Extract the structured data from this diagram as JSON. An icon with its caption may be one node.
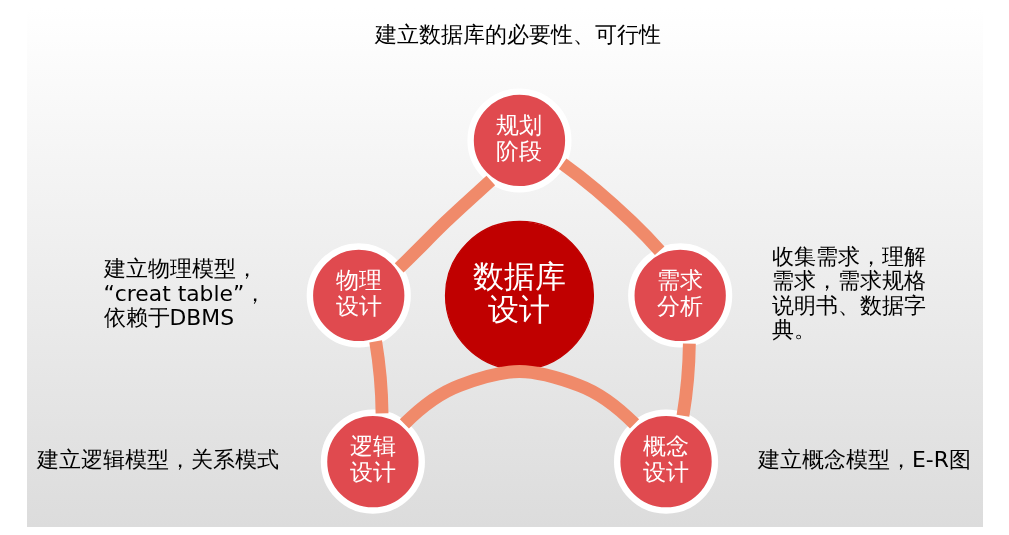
{
  "diagram": {
    "nodes": [
      {
        "text": [
          "数据库设计"
        ]
      },
      {
        "text": [
          "规划阶段"
        ],
        "beside": [
          "建立数据库的必要性、可行性"
        ]
      },
      {
        "text": [
          "需求分析"
        ],
        "beside": [
          "收集需求，理解需求，需求规格说明书、数据字典。"
        ]
      },
      {
        "text": [
          "概念设计"
        ],
        "beside": [
          "建立概念模型，E-R图"
        ]
      },
      {
        "text": [
          "逻辑设计"
        ],
        "beside": [
          "建立逻辑模型，关系模式"
        ]
      },
      {
        "text": [
          "物理设计"
        ],
        "beside": [
          "建立物理模型，“creat table”，依赖于DBMS"
        ]
      }
    ],
    "edges": [
      {
        "from": 1,
        "to": 2,
        "arrow": "none"
      },
      {
        "from": 2,
        "to": 3,
        "arrow": "none"
      },
      {
        "from": 3,
        "to": 4,
        "arrow": "none"
      },
      {
        "from": 4,
        "to": 5,
        "arrow": "none"
      },
      {
        "from": 5,
        "to": 1,
        "arrow": "none"
      }
    ]
  }
}
